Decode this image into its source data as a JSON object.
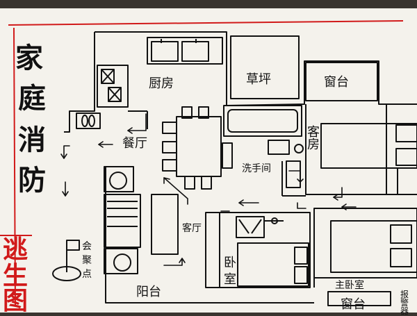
{
  "title": {
    "line1": "家",
    "line2": "庭",
    "line3": "消",
    "line4": "防"
  },
  "side_title": {
    "line1": "逃",
    "line2": "生",
    "line3": "图"
  },
  "rooms": {
    "kitchen": "厨房",
    "lawn": "草坪",
    "window_top": "窗台",
    "dining": "餐厅",
    "guest_room": "客房",
    "bathroom": "洗手间",
    "living": "客厅",
    "bedroom_1": "卧",
    "bedroom_2": "室",
    "balcony": "阳台",
    "master_bedroom": "主卧室",
    "window_bottom": "窗台",
    "alarm": "报警器"
  },
  "assembly_point": {
    "line1": "会",
    "line2": "聚",
    "line3": "点"
  },
  "colors": {
    "ink": "#111111",
    "red_line": "#d11a1a",
    "paper": "#f4f2ec"
  }
}
